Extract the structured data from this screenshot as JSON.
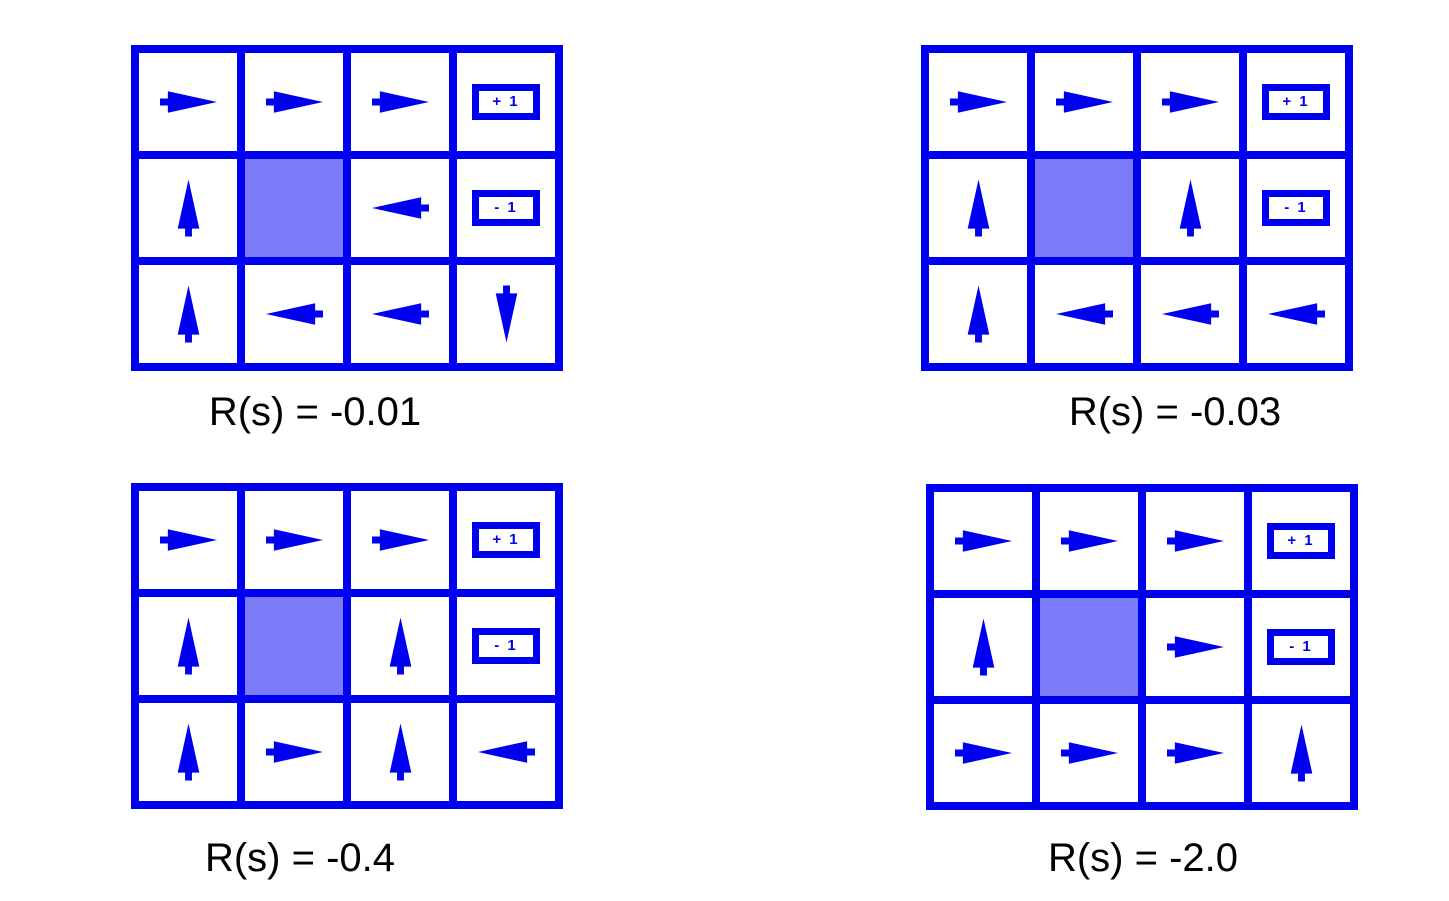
{
  "figure": {
    "description": "Gridworld optimal policies for four state-reward values",
    "colors": {
      "blue": "#0000f0",
      "wall_fill": "#7b7bf7",
      "label_text": "#000000",
      "background": "#ffffff"
    },
    "terminals": {
      "plus": "+ 1",
      "minus": "- 1"
    },
    "grids": [
      {
        "label": "R(s) = -0.01",
        "rows": [
          [
            "right",
            "right",
            "right",
            "plus"
          ],
          [
            "up",
            "wall",
            "left",
            "minus"
          ],
          [
            "up",
            "left",
            "left",
            "down"
          ]
        ]
      },
      {
        "label": "R(s) = -0.03",
        "rows": [
          [
            "right",
            "right",
            "right",
            "plus"
          ],
          [
            "up",
            "wall",
            "up",
            "minus"
          ],
          [
            "up",
            "left",
            "left",
            "left"
          ]
        ]
      },
      {
        "label": "R(s) = -0.4",
        "rows": [
          [
            "right",
            "right",
            "right",
            "plus"
          ],
          [
            "up",
            "wall",
            "up",
            "minus"
          ],
          [
            "up",
            "right",
            "up",
            "left"
          ]
        ]
      },
      {
        "label": "R(s) = -2.0",
        "rows": [
          [
            "right",
            "right",
            "right",
            "plus"
          ],
          [
            "up",
            "wall",
            "right",
            "minus"
          ],
          [
            "right",
            "right",
            "right",
            "up"
          ]
        ]
      }
    ]
  }
}
